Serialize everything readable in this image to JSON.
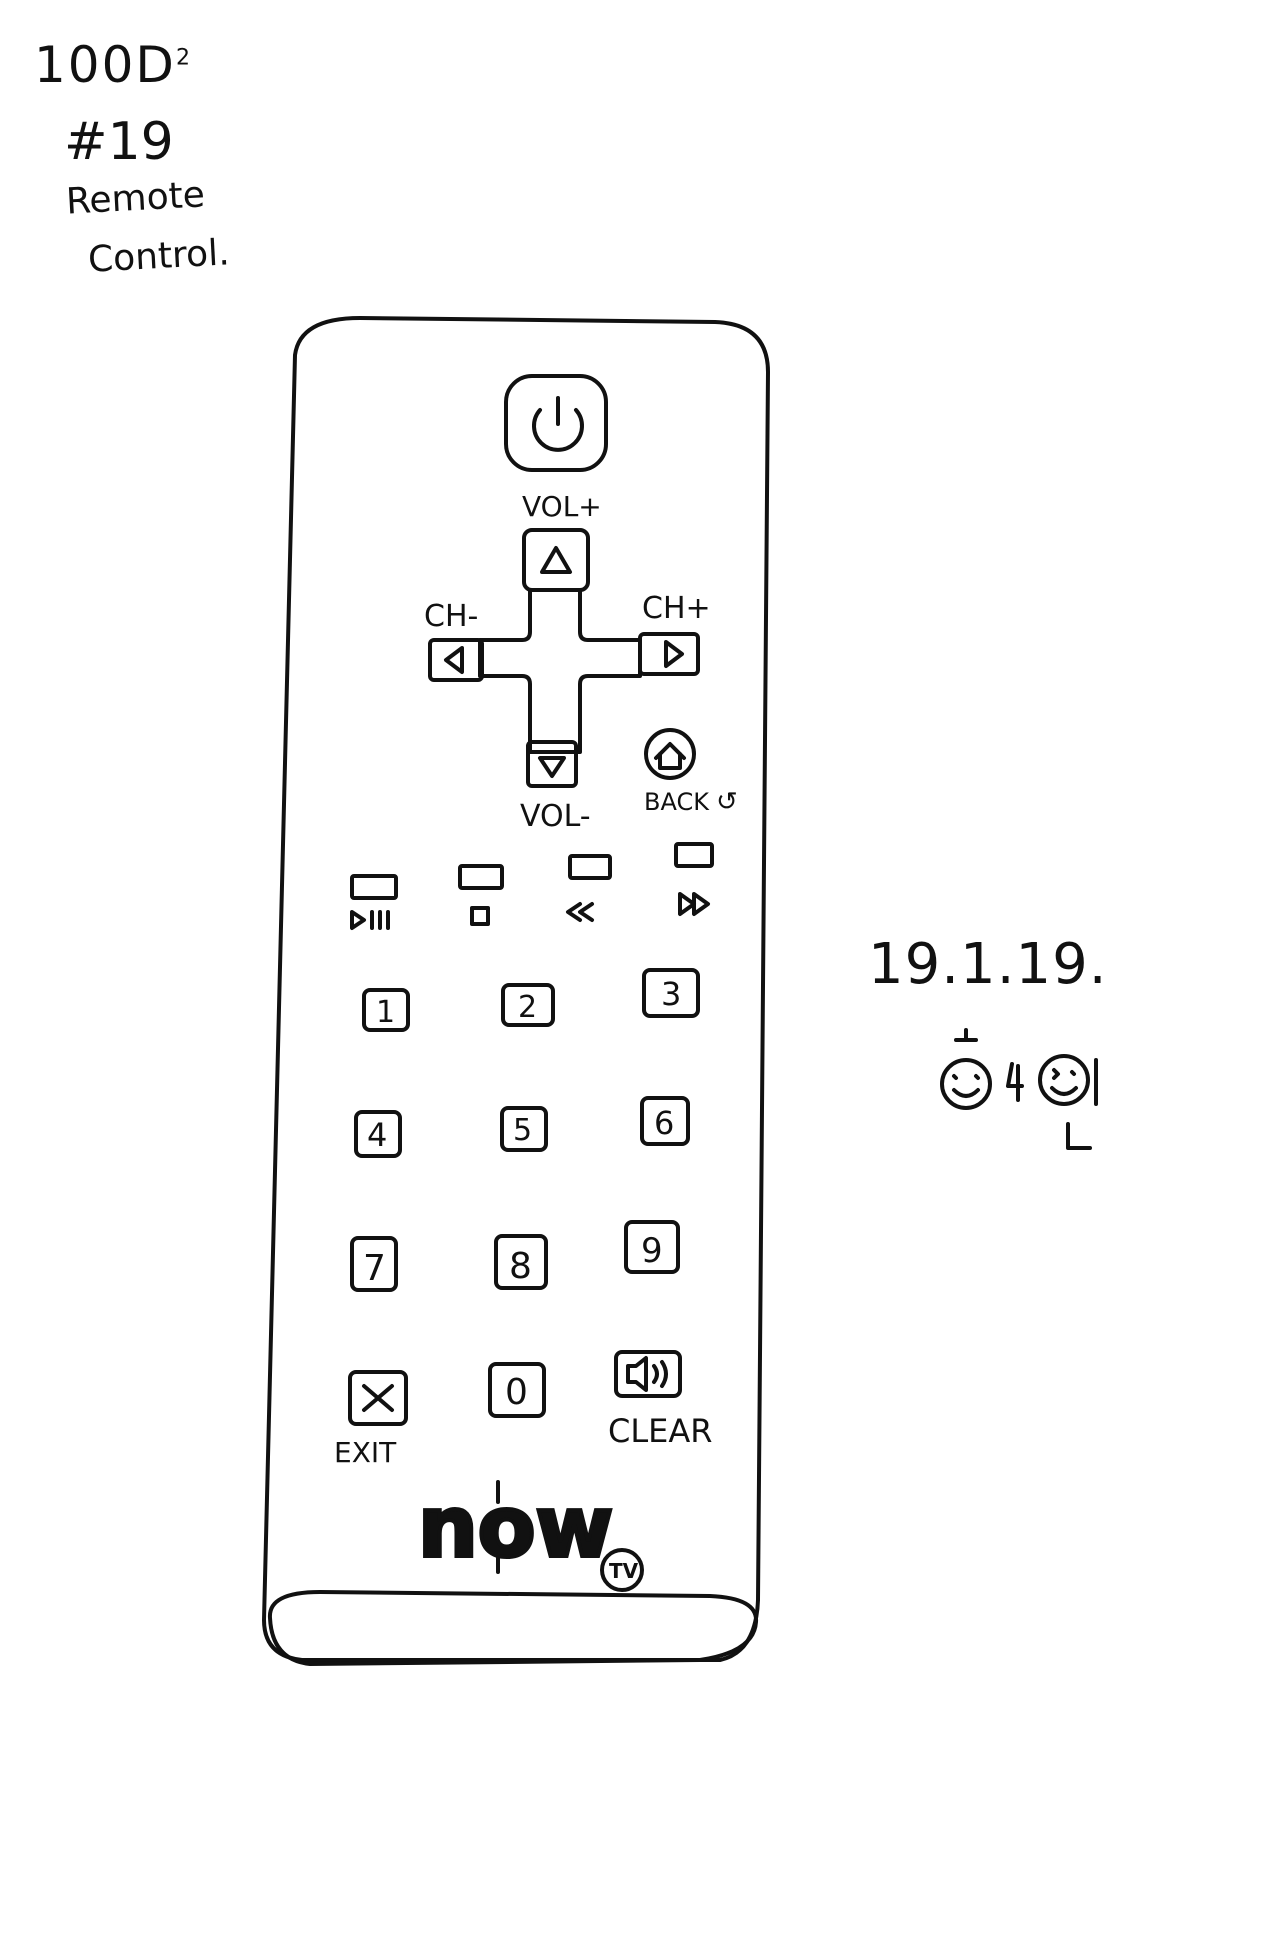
{
  "notes": {
    "title": "100D",
    "title_sup": "2",
    "number": "#19",
    "subject_line1": "Remote",
    "subject_line2": "Control."
  },
  "date": "19.1.19.",
  "remote": {
    "power_icon": "power-icon",
    "vol_up": "VOL+",
    "vol_down": "VOL-",
    "ch_down": "CH-",
    "ch_up": "CH+",
    "back": "BACK",
    "home_icon": "home-icon",
    "keys": [
      "1",
      "2",
      "3",
      "4",
      "5",
      "6",
      "7",
      "8",
      "9"
    ],
    "key_zero": "0",
    "exit": "EXIT",
    "clear": "CLEAR",
    "brand": "now",
    "brand_badge": "TV"
  },
  "colors": {
    "ink": "#111111",
    "paper": "#ffffff"
  }
}
